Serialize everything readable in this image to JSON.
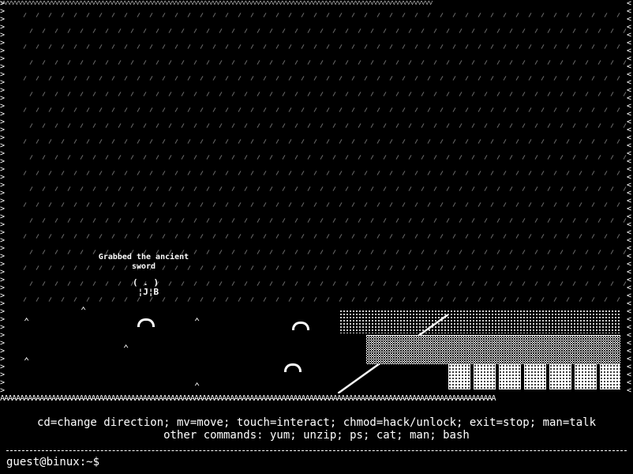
{
  "game": {
    "message": "Grabbed the ancient sword",
    "player_sprite": "( . )\n ¦J¦B"
  },
  "help": {
    "line1": "cd=change direction; mv=move; touch=interact; chmod=hack/unlock; exit=stop; man=talk",
    "line2": "other commands: yum; unzip; ps; cat; man; bash"
  },
  "terminal": {
    "prompt": "guest@binux:~$"
  }
}
